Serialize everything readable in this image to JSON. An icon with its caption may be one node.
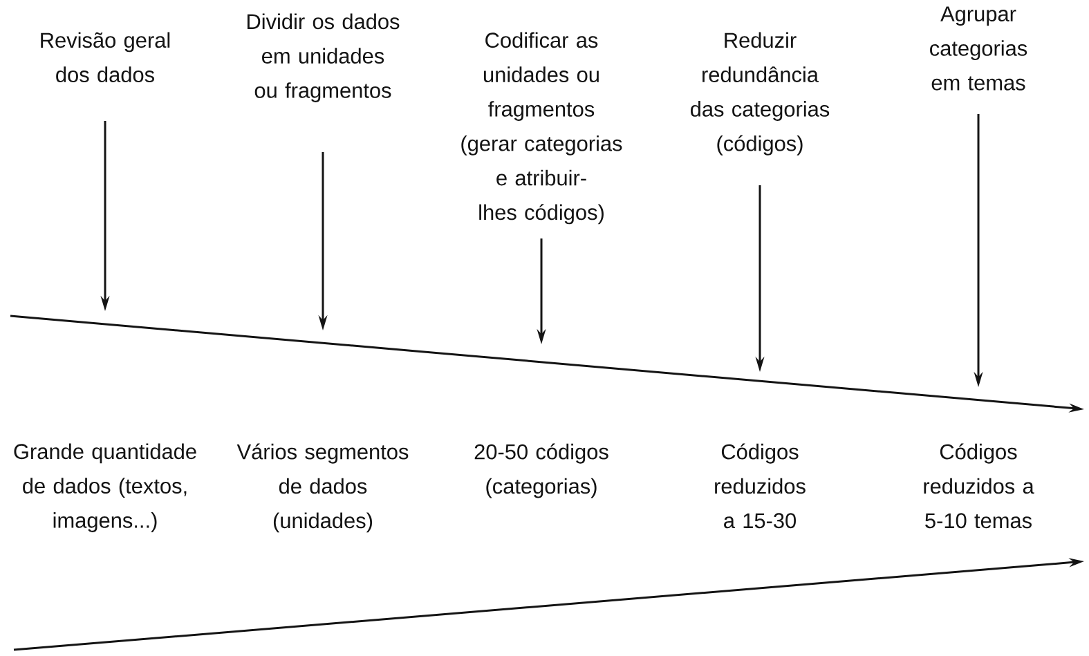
{
  "diagram": {
    "nodes": [
      {
        "text": [
          "Revisão geral dos dados"
        ]
      },
      {
        "text": [
          "Dividir os dados em unidades ou fragmentos"
        ]
      },
      {
        "text": [
          "Codificar as unidades ou fragmentos (gerar categorias e atribuir-lhes códigos)"
        ]
      },
      {
        "text": [
          "Reduzir redundância das categorias (códigos)"
        ]
      },
      {
        "text": [
          "Agrupar categorias em temas"
        ]
      }
    ],
    "edges": [
      {
        "from": 0,
        "to": null,
        "arrow": "to"
      },
      {
        "from": 1,
        "to": null,
        "arrow": "to"
      },
      {
        "from": 2,
        "to": null,
        "arrow": "to"
      },
      {
        "from": 3,
        "to": null,
        "arrow": "to"
      },
      {
        "from": 4,
        "to": null,
        "arrow": "to"
      }
    ],
    "labels": [
      "Grande quantidade de dados (textos, imagens...)",
      "Vários segmentos de dados (unidades)",
      "20-50 códigos (categorias)",
      "Códigos reduzidos a 15-30",
      "Códigos reduzidos a 5-10 temas"
    ]
  }
}
